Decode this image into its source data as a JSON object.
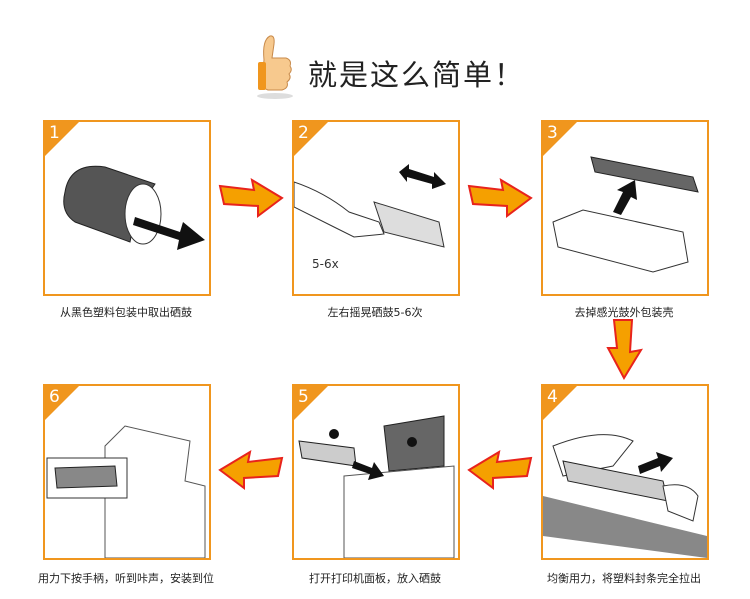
{
  "title": "就是这么简单！",
  "colors": {
    "accent": "#f0961e",
    "arrow_fill": "#f5a000",
    "arrow_edge": "#e8231c"
  },
  "steps": [
    {
      "num": "1",
      "caption": "从黑色塑料包装中取出硒鼓"
    },
    {
      "num": "2",
      "caption": "左右摇晃硒鼓5-6次",
      "annotation": "5-6x"
    },
    {
      "num": "3",
      "caption": "去掉感光鼓外包装壳"
    },
    {
      "num": "4",
      "caption": "均衡用力，将塑料封条完全拉出"
    },
    {
      "num": "5",
      "caption": "打开打印机面板，放入硒鼓"
    },
    {
      "num": "6",
      "caption": "用力下按手柄，听到咔声，安装到位"
    }
  ]
}
